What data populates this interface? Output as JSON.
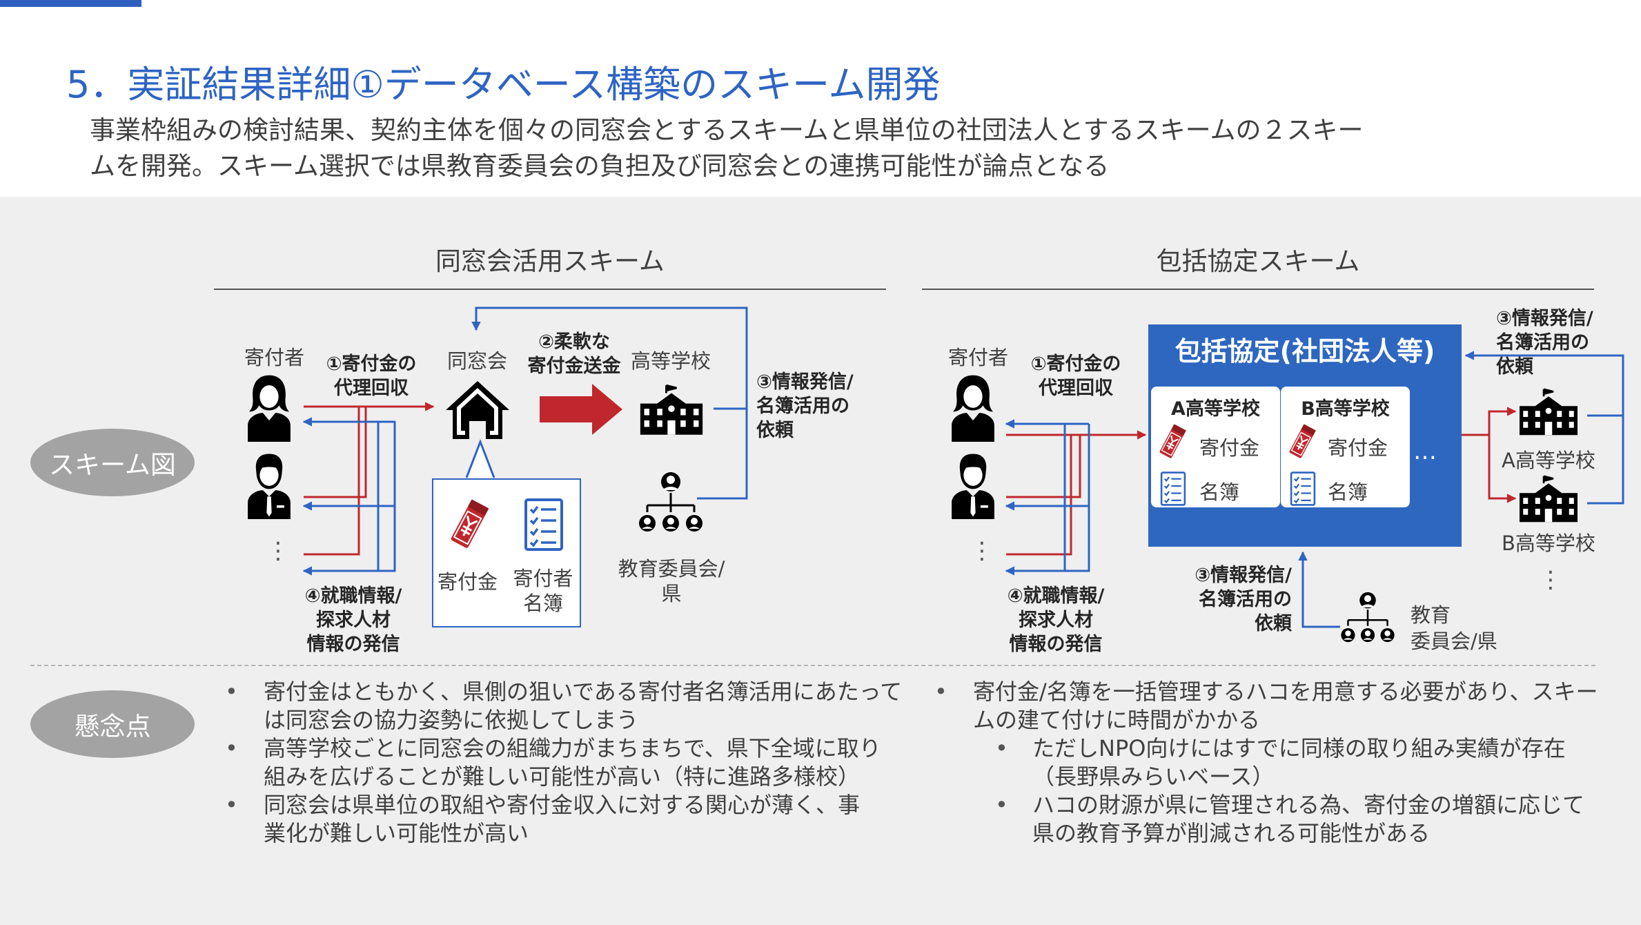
{
  "title": "5．実証結果詳細①データベース構築のスキーム開発",
  "subtitle": {
    "line1": "事業枠組みの検討結果、契約主体を個々の同窓会とするスキームと県単位の社団法人とするスキームの２スキー",
    "line2": "ムを開発。スキーム選択では県教育委員会の負担及び同窓会との連携可能性が論点となる"
  },
  "row_labels": {
    "scheme": "スキーム図",
    "concerns": "懸念点"
  },
  "left": {
    "heading": "同窓会活用スキーム",
    "donor_label": "寄付者",
    "step1": [
      "①寄付金の",
      "代理回収"
    ],
    "alumni_label": "同窓会",
    "step2": [
      "②柔軟な",
      "寄付金送金"
    ],
    "school_label": "高等学校",
    "step3": [
      "③情報発信/",
      "名簿活用の",
      "依頼"
    ],
    "step4": [
      "④就職情報/",
      "探求人材",
      "情報の発信"
    ],
    "callout_donation": "寄付金",
    "callout_list": [
      "寄付者",
      "名簿"
    ],
    "board_label": [
      "教育委員会/",
      "県"
    ],
    "ellipsis": "⋮"
  },
  "right": {
    "heading": "包括協定スキーム",
    "donor_label": "寄付者",
    "step1": [
      "①寄付金の",
      "代理回収"
    ],
    "step4": [
      "④就職情報/",
      "探求人材",
      "情報の発信"
    ],
    "box_title": "包括協定(社団法人等)",
    "school_a_card": {
      "title": "A高等学校",
      "donation": "寄付金",
      "list": "名簿"
    },
    "school_b_card": {
      "title": "B高等学校",
      "donation": "寄付金",
      "list": "名簿"
    },
    "more": "…",
    "step3_top": [
      "③情報発信/",
      "名簿活用の",
      "依頼"
    ],
    "step3_bottom": [
      "③情報発信/",
      "名簿活用の",
      "依頼"
    ],
    "school_a": "A高等学校",
    "school_b": "B高等学校",
    "board_label": [
      "教育",
      "委員会/県"
    ],
    "ellipsis": "⋮"
  },
  "concerns_left": [
    [
      "寄付金はともかく、県側の狙いである寄付者名簿活用にあたって",
      "は同窓会の協力姿勢に依拠してしまう"
    ],
    [
      "高等学校ごとに同窓会の組織力がまちまちで、県下全域に取り",
      "組みを広げることが難しい可能性が高い（特に進路多様校）"
    ],
    [
      "同窓会は県単位の取組や寄付金収入に対する関心が薄く、事",
      "業化が難しい可能性が高い"
    ]
  ],
  "concerns_right": {
    "main": [
      "寄付金/名簿を一括管理するハコを用意する必要があり、スキー",
      "ムの建て付けに時間がかかる"
    ],
    "sub": [
      [
        "ただしNPO向けにはすでに同様の取り組み実績が存在",
        "（長野県みらいベース）"
      ],
      [
        "ハコの財源が県に管理される為、寄付金の増額に応じて",
        "県の教育予算が削減される可能性がある"
      ]
    ]
  },
  "bullet": "•",
  "colors": {
    "blue": "#2e64c3",
    "red": "#c0272d",
    "gray": "#a3a3a3"
  }
}
